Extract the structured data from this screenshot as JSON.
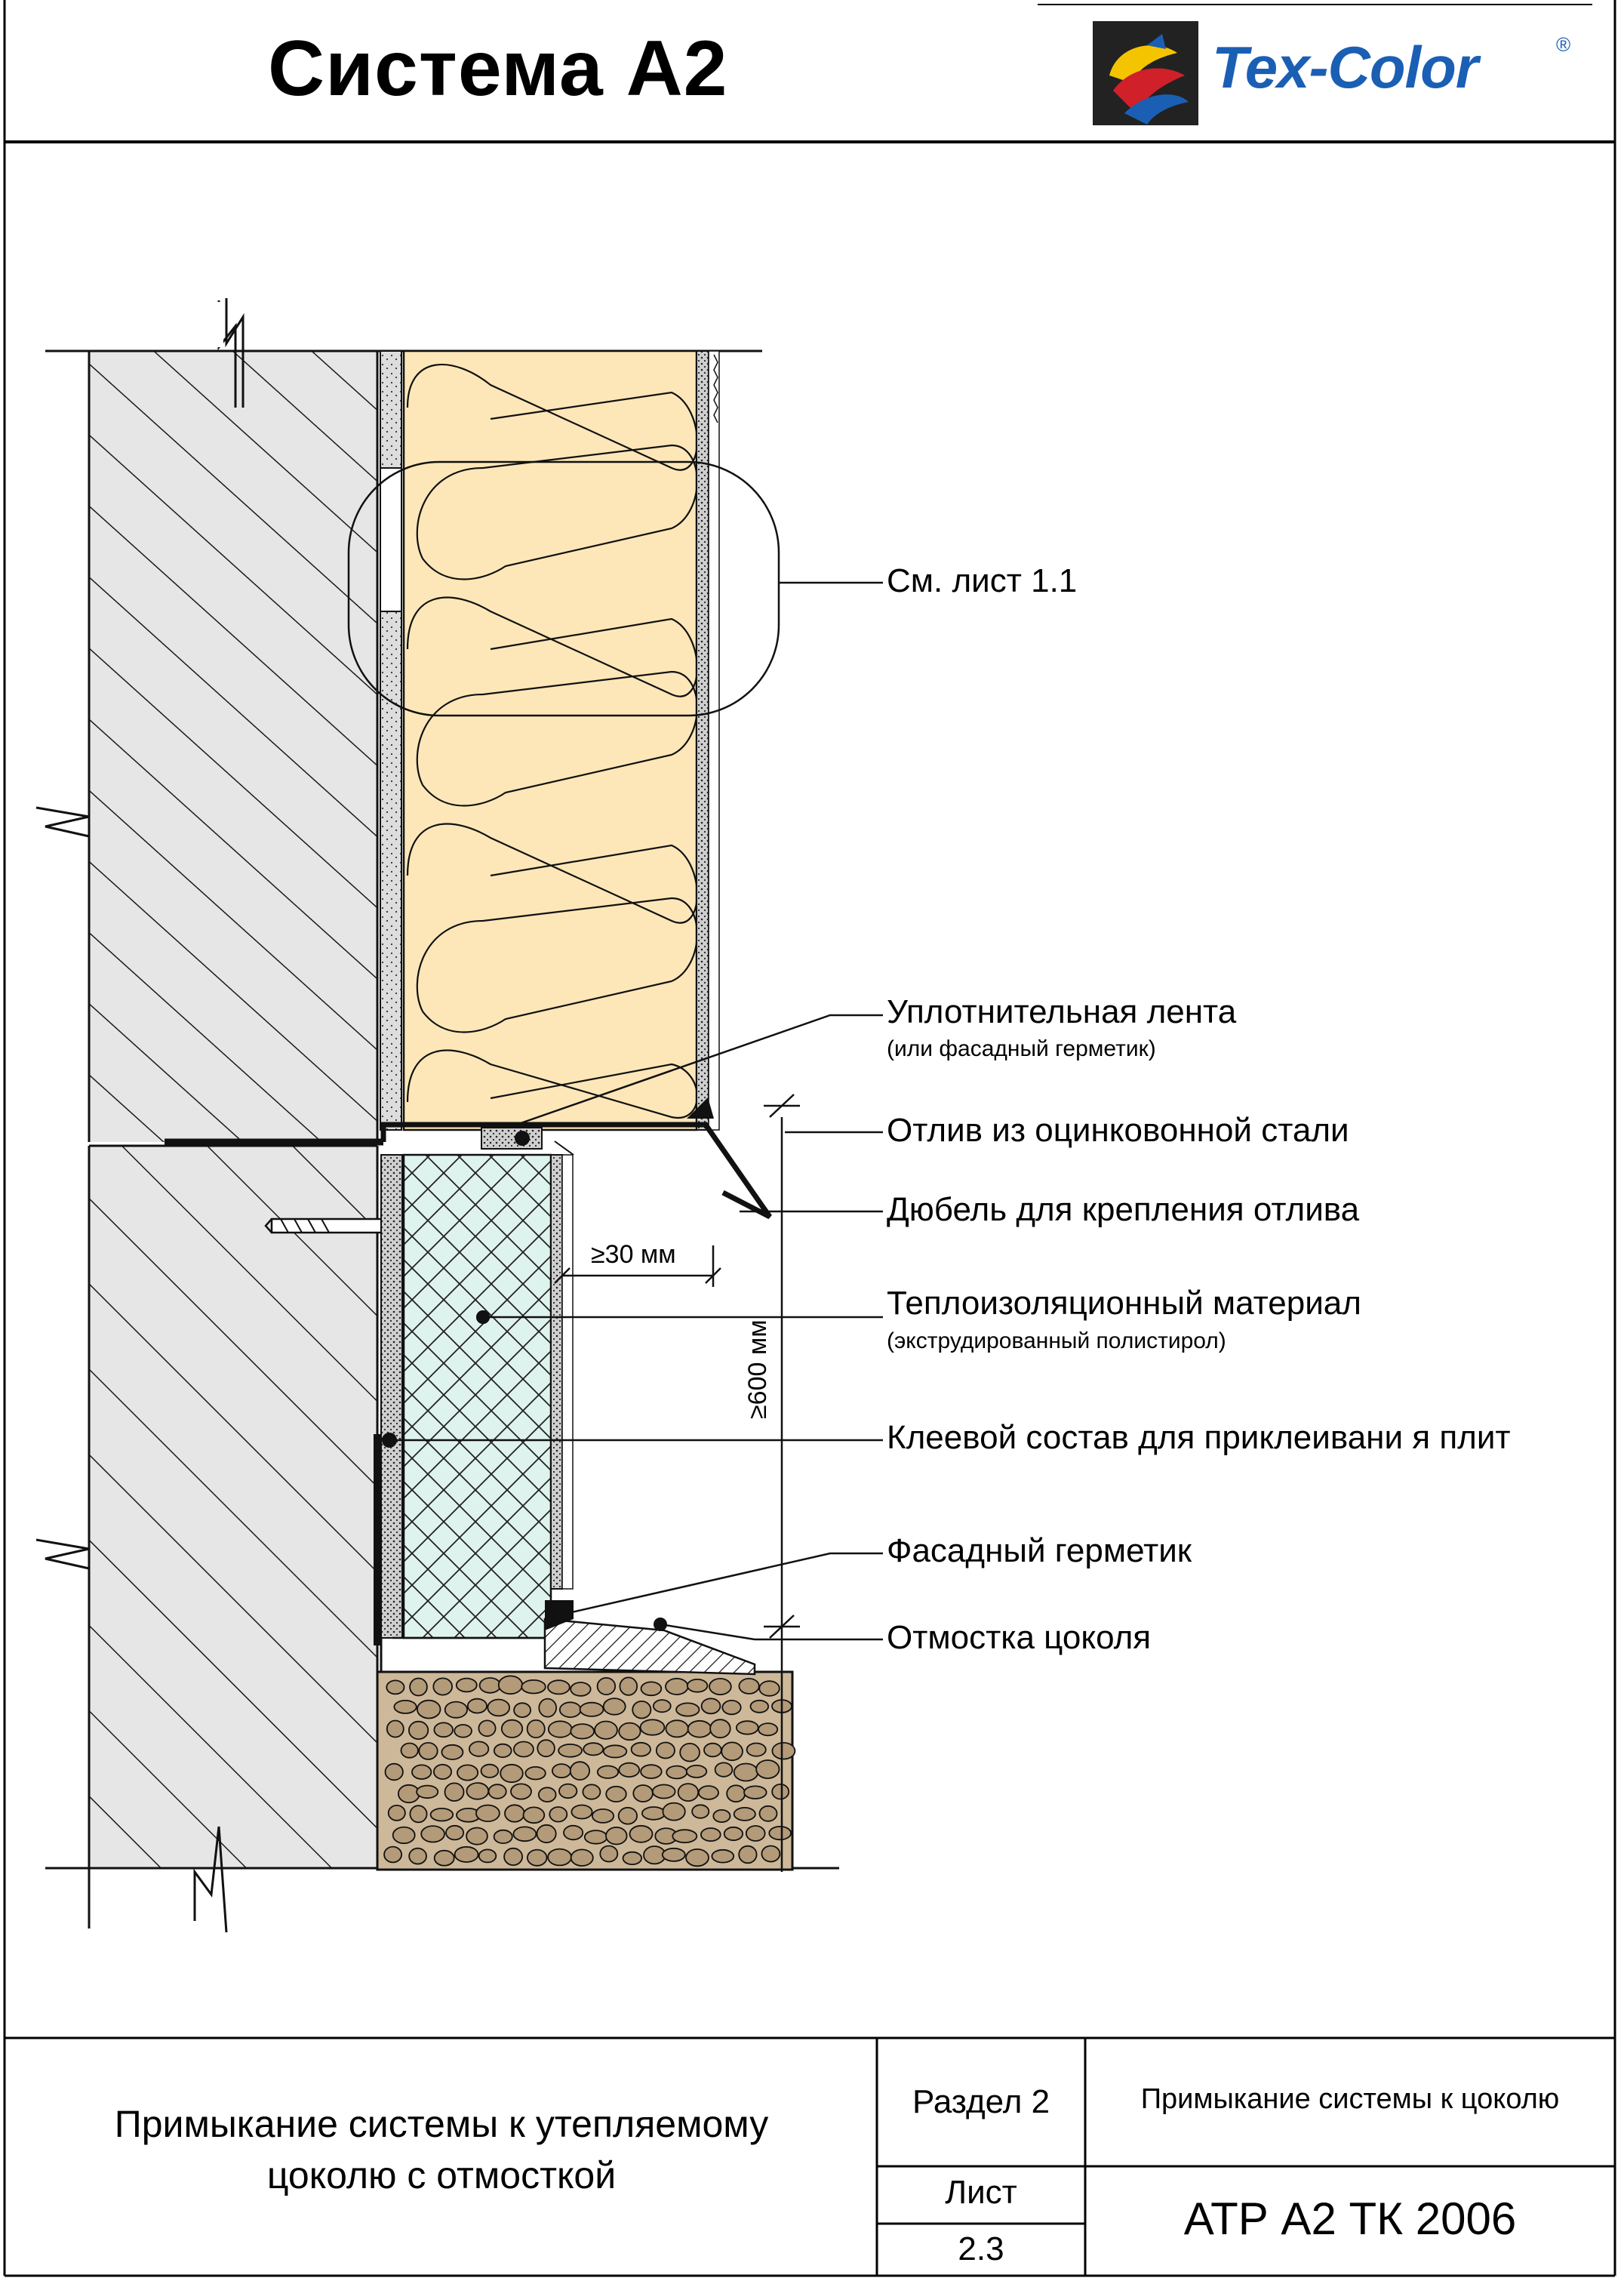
{
  "header": {
    "title": "Система А2",
    "brand": {
      "name": "Tex-Color",
      "registered_mark": "®",
      "colors": {
        "brand_text": "#1a5fb4",
        "logo_background": "#222222",
        "logo_yellow": "#f5c400",
        "logo_red": "#d0202a",
        "logo_blue": "#1a5fb4"
      }
    }
  },
  "callouts": {
    "see_sheet": "См. лист 1.1",
    "sealing_tape": "Уплотнительная лента",
    "sealing_tape_note": "(или фасадный герметик)",
    "drip_sill": "Отлив из оцинковонной стали",
    "dowel": "Дюбель для крепления отлива",
    "insulation": "Теплоизоляционный материал",
    "insulation_note": "(экструдированный полистирол)",
    "adhesive": "Клеевой состав для приклеивани я плит",
    "facade_sealant": "Фасадный герметик",
    "blind_area": "Отмостка цоколя"
  },
  "dimensions": {
    "offset": "≥30 мм",
    "height": "≥600 мм"
  },
  "materials": {
    "colors": {
      "wall": "#e6e6e6",
      "mineral_wool": "#fde7b8",
      "xps": "#dff3ee",
      "gravel_fill": "#cdb89a",
      "gravel_stone": "#b39a78"
    }
  },
  "title_block": {
    "description": "Примыкание системы к утепляемому цоколю с отмосткой",
    "section_label": "Раздел 2",
    "section_title": "Примыкание системы к цоколю",
    "sheet_label": "Лист",
    "sheet_number": "2.3",
    "document_code": "АТР А2 ТК 2006"
  }
}
